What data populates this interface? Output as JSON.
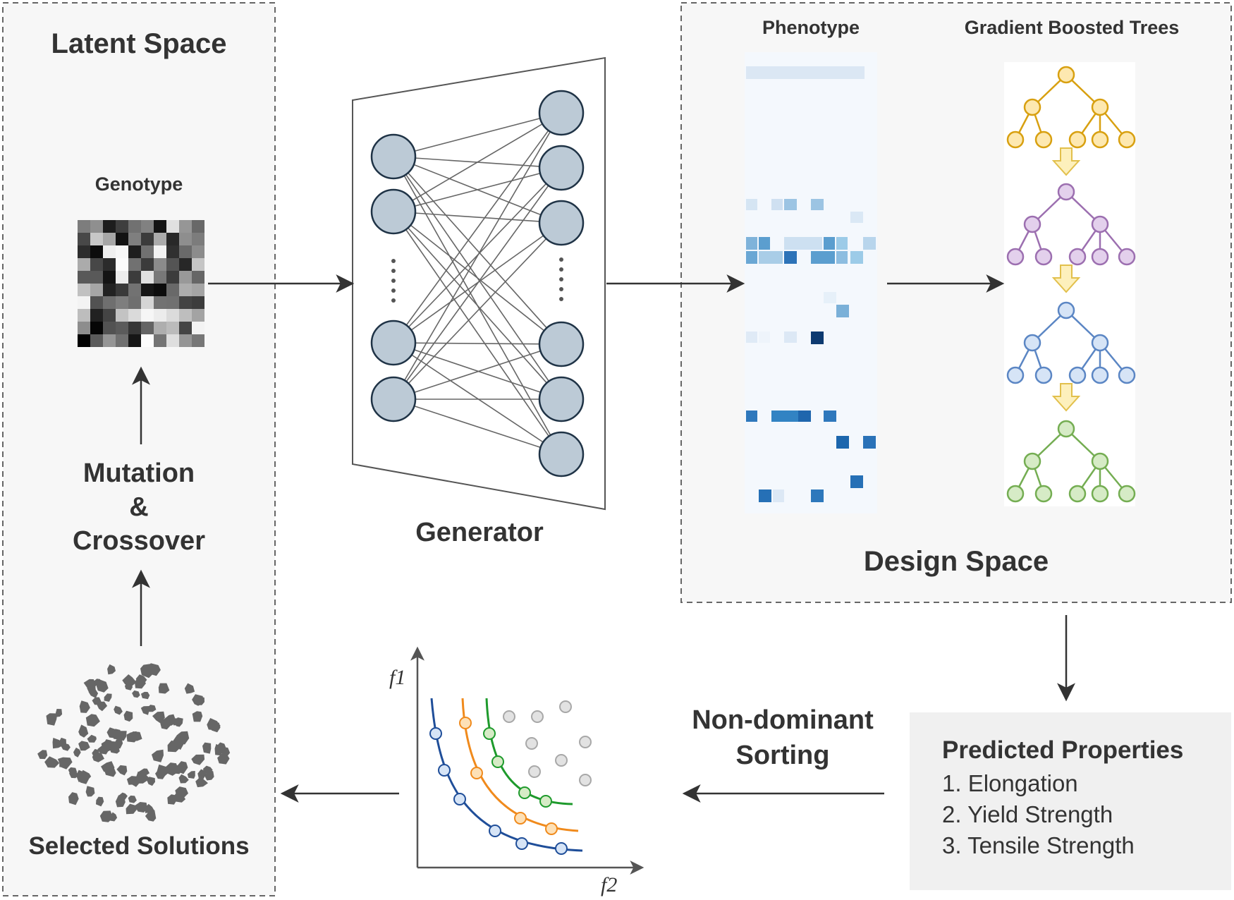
{
  "latent_space": {
    "title": "Latent Space",
    "genotype_label": "Genotype",
    "operator_label": [
      "Mutation",
      "&",
      "Crossover"
    ],
    "selected_label": "Selected Solutions"
  },
  "generator": {
    "label": "Generator"
  },
  "design_space": {
    "title": "Design Space",
    "phenotype_label": "Phenotype",
    "trees_label": "Gradient Boosted Trees",
    "tree_colors": [
      {
        "stroke": "#d8a010",
        "fill": "#fde8b0"
      },
      {
        "stroke": "#9c6fb0",
        "fill": "#e3d0ec"
      },
      {
        "stroke": "#5b86c4",
        "fill": "#d6e4f6"
      },
      {
        "stroke": "#74ad52",
        "fill": "#d6ebc6"
      }
    ]
  },
  "properties": {
    "title": "Predicted Properties",
    "items": [
      "1. Elongation",
      "2. Yield Strength",
      "3. Tensile Strength"
    ]
  },
  "sorting": {
    "label": [
      "Non-dominant",
      "Sorting"
    ]
  },
  "pareto": {
    "y_axis": "f1",
    "x_axis": "f2",
    "front_colors": [
      "#1f4e99",
      "#f08a1c",
      "#1e9a2c"
    ]
  }
}
